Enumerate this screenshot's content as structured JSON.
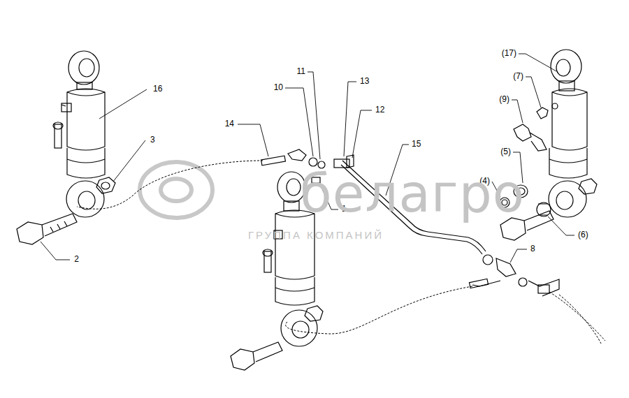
{
  "diagram": {
    "labels": [
      "16",
      "3",
      "2",
      "14",
      "10",
      "11",
      "13",
      "12",
      "15",
      "1",
      "8",
      "(17)",
      "(7)",
      "(9)",
      "(5)",
      "(4)",
      "(6)",
      "белагро",
      "ГРУППА КОМПАНИЙ"
    ]
  }
}
